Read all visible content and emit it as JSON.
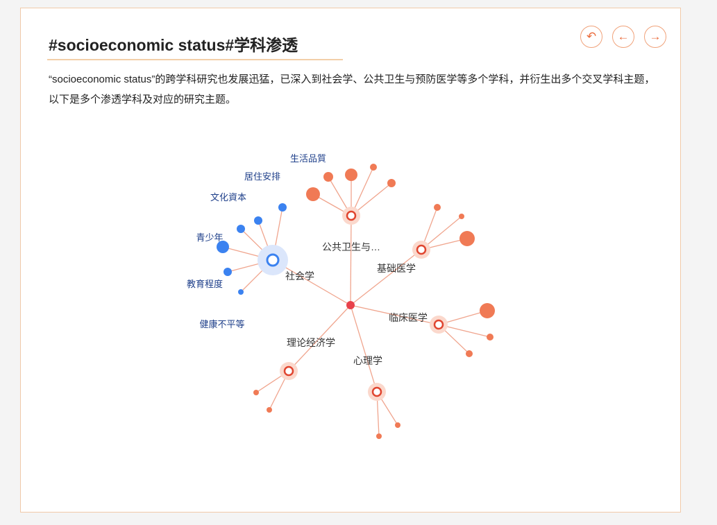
{
  "header": {
    "title": "#socioeconomic status#学科渗透",
    "description": "“socioeconomic status”的跨学科研究也发展迅猛，已深入到社会学、公共卫生与预防医学等多个学科，并衍生出多个交叉学科主题，以下是多个渗透学科及对应的研究主题。"
  },
  "nav": {
    "back_icon": "↶",
    "prev_icon": "←",
    "next_icon": "→"
  },
  "graph": {
    "root": "socioeconomic status",
    "disciplines": [
      "社会学",
      "公共卫生与…",
      "基础医学",
      "临床医学",
      "心理学",
      "理论经济学"
    ],
    "topics": [
      "生活品質",
      "居住安排",
      "文化資本",
      "青少年",
      "教育程度",
      "健康不平等"
    ],
    "colors": {
      "selected": "#3b82f0",
      "other": "#f07a55",
      "root": "#e8414a",
      "edge": "#f0a58e",
      "topic_text": "#1e3f8a"
    }
  }
}
